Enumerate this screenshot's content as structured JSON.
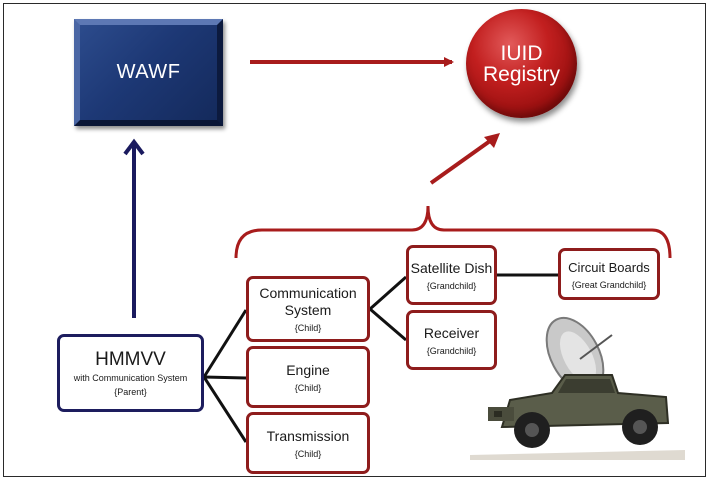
{
  "wawf": {
    "label": "WAWF"
  },
  "iuid": {
    "line1": "IUID",
    "line2": "Registry"
  },
  "parent": {
    "title": "HMMVV",
    "subtitle": "with Communication System",
    "role": "{Parent}"
  },
  "children": [
    {
      "title_line1": "Communication",
      "title_line2": "System",
      "role": "{Child}"
    },
    {
      "title": "Engine",
      "role": "{Child}"
    },
    {
      "title": "Transmission",
      "role": "{Child}"
    }
  ],
  "grandchildren": [
    {
      "title": "Satellite Dish",
      "role": "{Grandchild}"
    },
    {
      "title": "Receiver",
      "role": "{Grandchild}"
    }
  ],
  "great_grandchild": {
    "title": "Circuit Boards",
    "role": "{Great Grandchild}"
  },
  "colors": {
    "navy": "#1d3875",
    "maroon": "#8e1c1c",
    "arrow_red": "#a81c1c",
    "arrow_navy": "#1a1a5e"
  },
  "icons": {
    "vehicle": "humvee-with-satellite-dish-icon"
  }
}
